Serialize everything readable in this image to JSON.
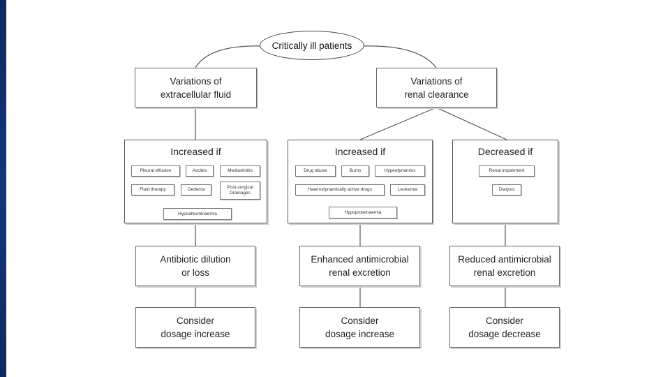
{
  "root": {
    "label": "Critically ill patients"
  },
  "branch_ecf": {
    "title": "Variations of\nextracellular fluid",
    "group_title": "Increased if",
    "factors": [
      "Pleural effusion",
      "Ascites",
      "Mediastinitis",
      "Fluid therapy",
      "Oedema",
      "Post-surgical\nDrainages",
      "Hypoalbuminaemia"
    ],
    "effect": "Antibiotic dilution\nor loss",
    "action": "Consider\ndosage increase"
  },
  "branch_renal": {
    "title": "Variations of\nrenal clearance",
    "increased": {
      "group_title": "Increased if",
      "factors": [
        "Drug abuse",
        "Burns",
        "Hyperdynamics",
        "Haemodynamically active drugs",
        "Leukemia",
        "Hypoproteinaemia"
      ],
      "effect": "Enhanced antimicrobial\nrenal excretion",
      "action": "Consider\ndosage increase"
    },
    "decreased": {
      "group_title": "Decreased if",
      "factors": [
        "Renal impairment",
        "Dialysis"
      ],
      "effect": "Reduced antimicrobial\nrenal excretion",
      "action": "Consider\ndosage decrease"
    }
  }
}
